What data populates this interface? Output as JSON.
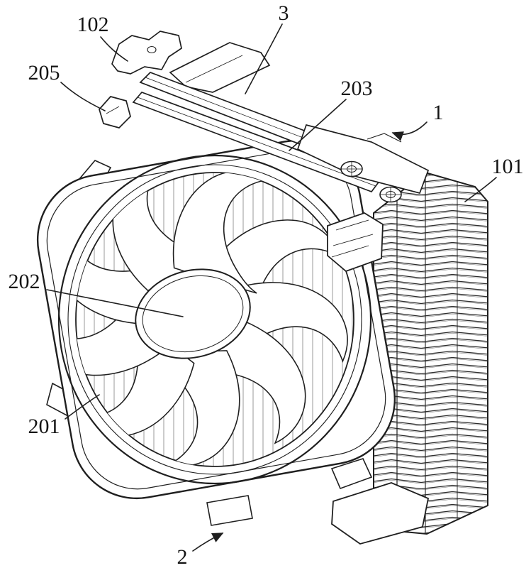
{
  "canvas": {
    "background": "#ffffff",
    "line_color": "#1f1f1f",
    "hatch_color": "#9a9a9a"
  },
  "figure": {
    "kind": "patent-line-drawing",
    "labels": [
      {
        "id": "ref-102",
        "text": "102"
      },
      {
        "id": "ref-3",
        "text": "3"
      },
      {
        "id": "ref-205",
        "text": "205"
      },
      {
        "id": "ref-203",
        "text": "203"
      },
      {
        "id": "ref-1",
        "text": "1"
      },
      {
        "id": "ref-101",
        "text": "101"
      },
      {
        "id": "ref-202",
        "text": "202"
      },
      {
        "id": "ref-201",
        "text": "201"
      },
      {
        "id": "ref-2",
        "text": "2"
      }
    ]
  }
}
